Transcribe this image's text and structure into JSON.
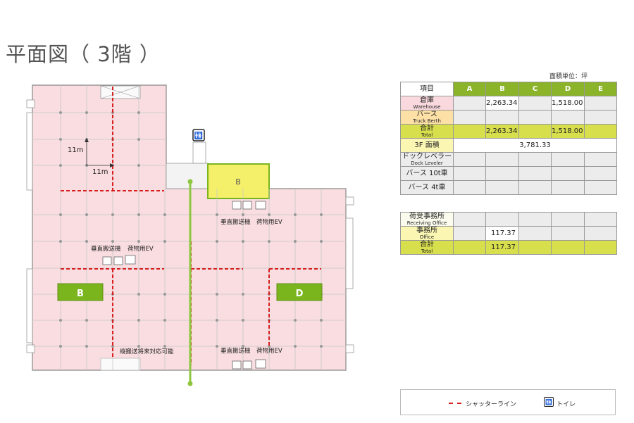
{
  "title": "平面図（ 3階 ）",
  "plan": {
    "dim_h": "11m",
    "dim_v": "11m",
    "zone_b_small": "B",
    "zone_b_large": "B",
    "zone_d": "D",
    "vc_top_right": "垂直搬送機",
    "ev_top_right": "荷物用EV",
    "vc_mid_left": "垂直搬送機",
    "ev_mid_left": "荷物用EV",
    "vc_bottom_right": "垂直搬送機",
    "ev_bottom_right": "荷物用EV",
    "future_vertical": "縦搬送将来対応可能",
    "toilet_symbol": "🚻"
  },
  "area_unit": "面積単位：坪",
  "table1": {
    "headers": [
      "項目",
      "A",
      "B",
      "C",
      "D",
      "E"
    ],
    "warehouse": {
      "ja": "倉庫",
      "en": "Warehouse",
      "values": [
        "",
        "2,263.34",
        "",
        "1,518.00",
        ""
      ]
    },
    "berth": {
      "ja": "バース",
      "en": "Truck Berth",
      "values": [
        "",
        "",
        "",
        "",
        ""
      ]
    },
    "total": {
      "ja": "合計",
      "en": "Total",
      "values": [
        "",
        "2,263.34",
        "",
        "1,518.00",
        ""
      ]
    },
    "floor_area": {
      "label": "3F 面積",
      "value": "3,781.33"
    },
    "leveler": {
      "ja": "ドックレベラー",
      "en": "Dock Leveler",
      "values": [
        "",
        "",
        "",
        "",
        ""
      ]
    },
    "berth10": {
      "label": "バース 10t車",
      "values": [
        "",
        "",
        "",
        "",
        ""
      ]
    },
    "berth4": {
      "label": "バース 4t車",
      "values": [
        "",
        "",
        "",
        "",
        ""
      ]
    }
  },
  "table2": {
    "receiving": {
      "ja": "荷受事務所",
      "en": "Receiving Office",
      "values": [
        "",
        "",
        "",
        "",
        ""
      ]
    },
    "office": {
      "ja": "事務所",
      "en": "Office",
      "values": [
        "",
        "117.37",
        "",
        "",
        ""
      ]
    },
    "total": {
      "ja": "合計",
      "en": "Total",
      "values": [
        "",
        "117.37",
        "",
        "",
        ""
      ]
    }
  },
  "legend": {
    "shutter": "シャッターライン",
    "toilet": "トイレ"
  },
  "colors": {
    "floor": "#f9dde0",
    "grid": "#c7c7c7",
    "zone_green": "#7ab51d",
    "zone_yellow": "#f4f06a",
    "shutter": "#d81e1e",
    "header_green": "#8cb42a"
  }
}
